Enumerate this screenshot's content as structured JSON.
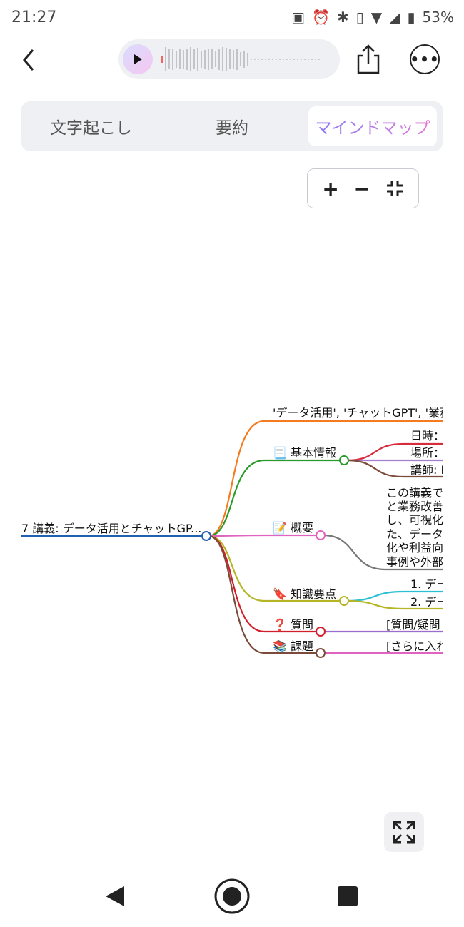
{
  "status": {
    "time": "21:27",
    "battery": "53%"
  },
  "header": {
    "back_icon": "chevron-left-icon",
    "share_icon": "share-icon",
    "more_icon": "more-icon"
  },
  "tabs": [
    {
      "label": "文字起こし"
    },
    {
      "label": "要約"
    },
    {
      "label": "マインドマップ",
      "active": true
    }
  ],
  "zoom": {
    "plus": "+",
    "minus": "−"
  },
  "mindmap": {
    "root": "7 講義: データ活用とチャットGP...",
    "keywords": "'データ活用', 'チャットGPT', '業務",
    "basic": {
      "label": "📃 基本情報",
      "children": [
        "日時：",
        "場所：",
        "講師: L"
      ]
    },
    "overview": {
      "label": "📝 概要",
      "lines": [
        "この講義で",
        "と業務改善",
        "し、可視化",
        "た、データ",
        "化や利益向",
        "事例や外部"
      ]
    },
    "knowledge": {
      "label": "🔖 知識要点",
      "children": [
        "1. デー",
        "2. デー"
      ]
    },
    "questions": {
      "label": "❓ 質問",
      "child": "[質問/疑問"
    },
    "tasks": {
      "label": "📚 課題",
      "child": "[さらに入れ"
    }
  }
}
